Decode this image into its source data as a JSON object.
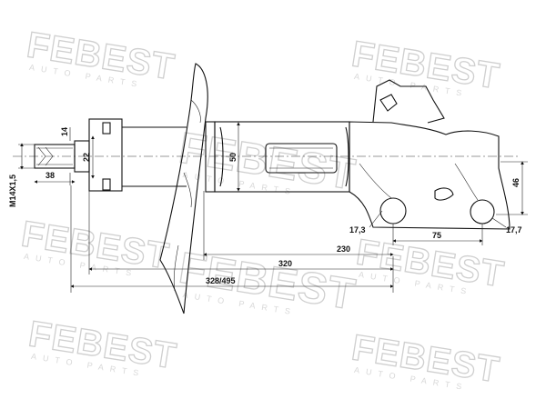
{
  "watermark": {
    "brand": "FEBEST",
    "tagline": "AUTO PARTS"
  },
  "dimensions": {
    "thread": "M14X1,5",
    "d14": "14",
    "d22": "22",
    "d38": "38",
    "d50": "50",
    "d46": "46",
    "d17_3": "17,3",
    "d17_7": "17,7",
    "d75": "75",
    "d230": "230",
    "d320": "320",
    "d328_495": "328/495"
  },
  "colors": {
    "line": "#111111",
    "watermark": "#cfcfcf"
  }
}
